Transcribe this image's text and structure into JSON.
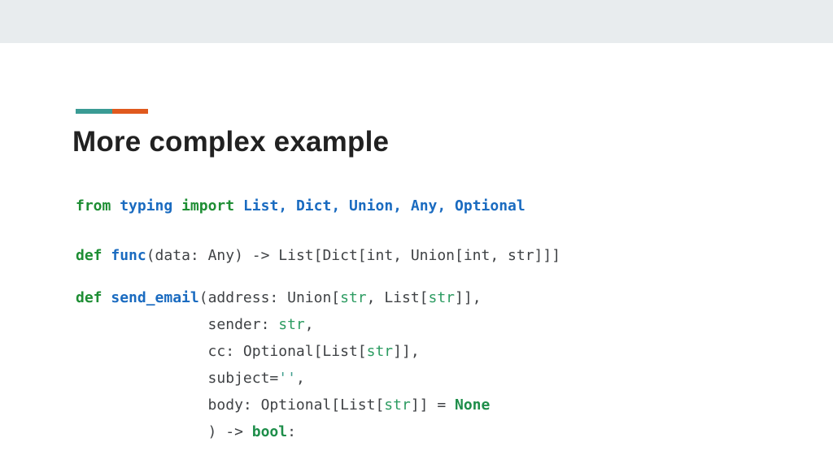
{
  "slide": {
    "title": "More complex example"
  },
  "colors": {
    "header_band": "#e8ecee",
    "accent_teal": "#3a9b94",
    "accent_orange": "#e0591e",
    "title_text": "#212121",
    "code_plain": "#3f4245",
    "code_keyword": "#1e8e34",
    "code_name": "#1a6bc0",
    "code_builtin": "#2d9c62",
    "code_string": "#409e8e",
    "code_constant": "#1e8e4a"
  },
  "code_blocks": [
    {
      "lines": [
        [
          {
            "t": "from",
            "c": "kw"
          },
          {
            "t": " ",
            "c": "pl"
          },
          {
            "t": "typing",
            "c": "nm"
          },
          {
            "t": " ",
            "c": "pl"
          },
          {
            "t": "import",
            "c": "kw"
          },
          {
            "t": " ",
            "c": "pl"
          },
          {
            "t": "List, Dict, Union, Any, Optional",
            "c": "nm"
          }
        ]
      ]
    },
    {
      "lines": [
        [
          {
            "t": "def",
            "c": "kw"
          },
          {
            "t": " ",
            "c": "pl"
          },
          {
            "t": "func",
            "c": "nm"
          },
          {
            "t": "(data: Any) -> List[Dict[int, Union[int, str]]]",
            "c": "pl"
          }
        ]
      ]
    },
    {
      "lines": [
        [
          {
            "t": "def",
            "c": "kw"
          },
          {
            "t": " ",
            "c": "pl"
          },
          {
            "t": "send_email",
            "c": "nm"
          },
          {
            "t": "(address: Union[",
            "c": "pl"
          },
          {
            "t": "str",
            "c": "bi"
          },
          {
            "t": ", List[",
            "c": "pl"
          },
          {
            "t": "str",
            "c": "bi"
          },
          {
            "t": "]],",
            "c": "pl"
          }
        ],
        [
          {
            "t": "               sender: ",
            "c": "pl"
          },
          {
            "t": "str",
            "c": "bi"
          },
          {
            "t": ",",
            "c": "pl"
          }
        ],
        [
          {
            "t": "               cc: Optional[List[",
            "c": "pl"
          },
          {
            "t": "str",
            "c": "bi"
          },
          {
            "t": "]],",
            "c": "pl"
          }
        ],
        [
          {
            "t": "               subject=",
            "c": "pl"
          },
          {
            "t": "''",
            "c": "st"
          },
          {
            "t": ",",
            "c": "pl"
          }
        ],
        [
          {
            "t": "               body: Optional[List[",
            "c": "pl"
          },
          {
            "t": "str",
            "c": "bi"
          },
          {
            "t": "]] = ",
            "c": "pl"
          },
          {
            "t": "None",
            "c": "kc"
          }
        ],
        [
          {
            "t": "               ) -> ",
            "c": "pl"
          },
          {
            "t": "bool",
            "c": "kc"
          },
          {
            "t": ":",
            "c": "pl"
          }
        ]
      ]
    }
  ]
}
